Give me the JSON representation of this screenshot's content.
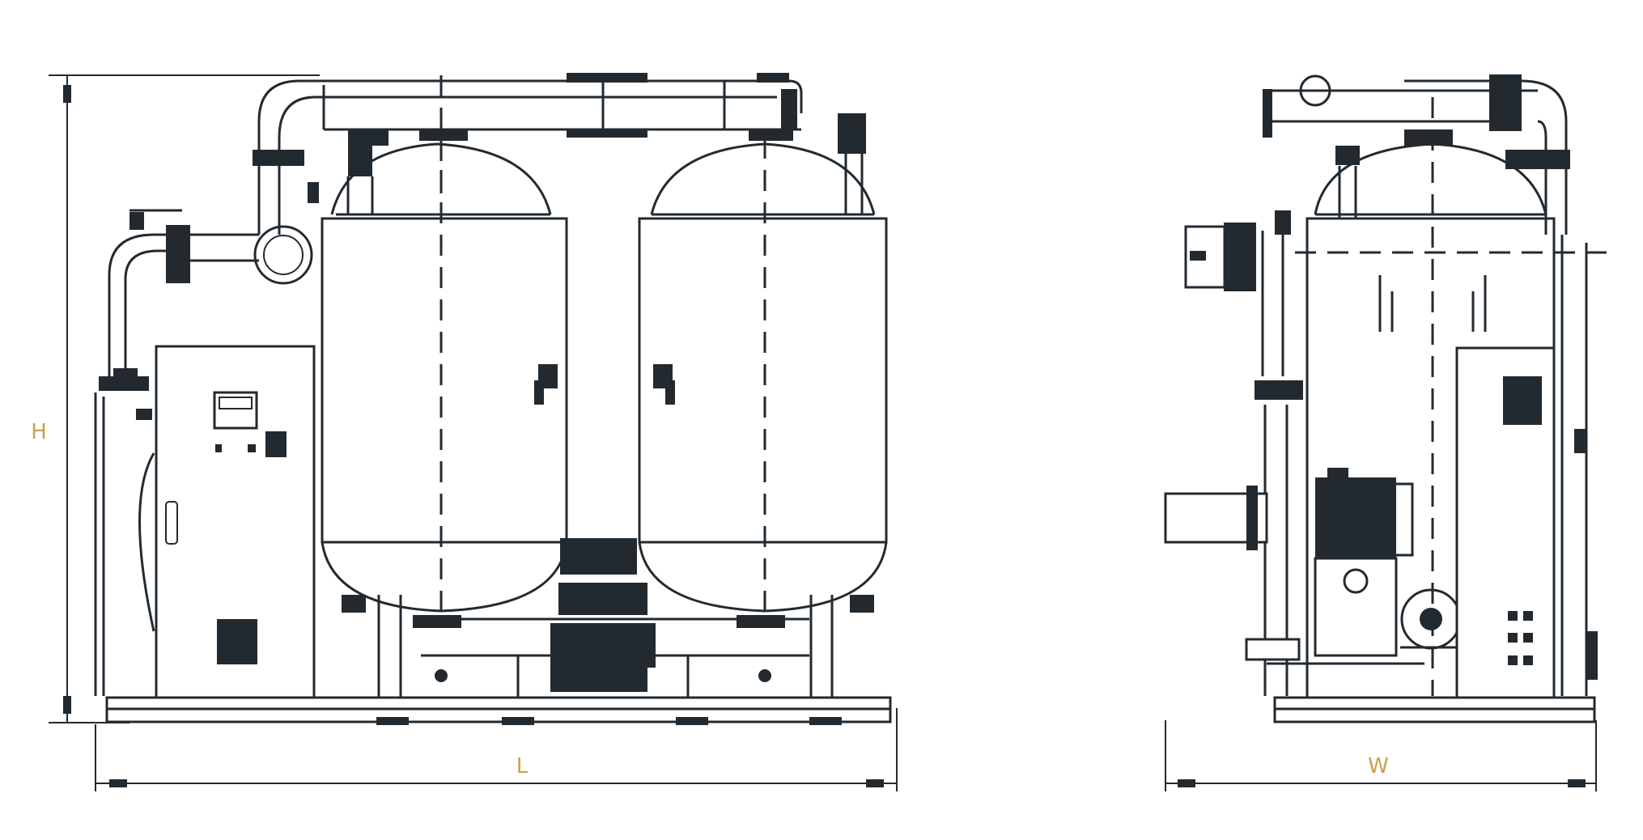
{
  "dimensions": {
    "height_label": "H",
    "length_label": "L",
    "width_label": "W"
  },
  "colors": {
    "line": "#222a30",
    "dimension_text": "#c8a050",
    "background": "#ffffff"
  }
}
